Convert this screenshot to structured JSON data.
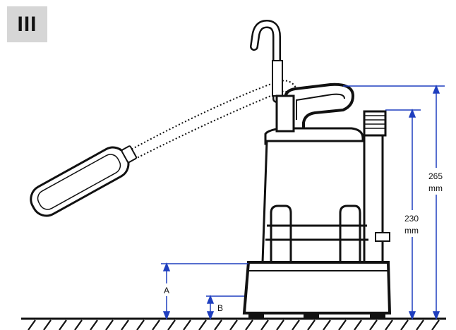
{
  "figure": {
    "badge": "III",
    "dimensions": {
      "total_height": {
        "value": "265",
        "unit": "mm"
      },
      "outlet_height": {
        "value": "230",
        "unit": "mm"
      },
      "label_a": "A",
      "label_b": "B"
    },
    "colors": {
      "dimension_lines": "#1f3fbf",
      "outline": "#111111",
      "badge_background": "#d6d6d6"
    }
  }
}
